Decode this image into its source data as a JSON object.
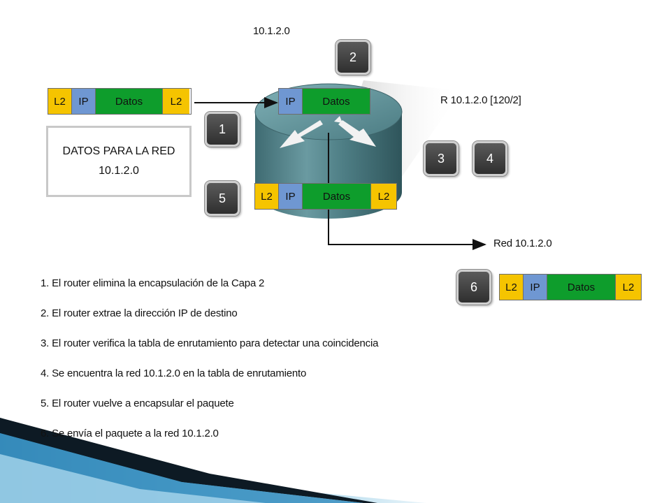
{
  "network_top": "10.1.2.0",
  "route_entry": "R   10.1.2.0 [120/2]",
  "network_out": "Red 10.1.2.0",
  "box": {
    "line1": "DATOS PARA LA RED",
    "line2": "10.1.2.0"
  },
  "packet": {
    "l2": "L2",
    "ip": "IP",
    "datos": "Datos"
  },
  "step_numbers": [
    "1",
    "2",
    "3",
    "4",
    "5",
    "6"
  ],
  "steps": [
    "1. El router elimina la encapsulación de la Capa 2",
    "2. El router extrae la dirección IP de destino",
    "3. El router verifica la tabla de enrutamiento para detectar una coincidencia",
    "4. Se encuentra la red 10.1.2.0 en la tabla de enrutamiento",
    "5. El router vuelve a encapsular el paquete",
    "6. Se envía el paquete a la red 10.1.2.0"
  ],
  "colors": {
    "l2": "#f5c400",
    "ip": "#6f97d2",
    "datos": "#0e9d2c",
    "router": "#4f7f86"
  }
}
